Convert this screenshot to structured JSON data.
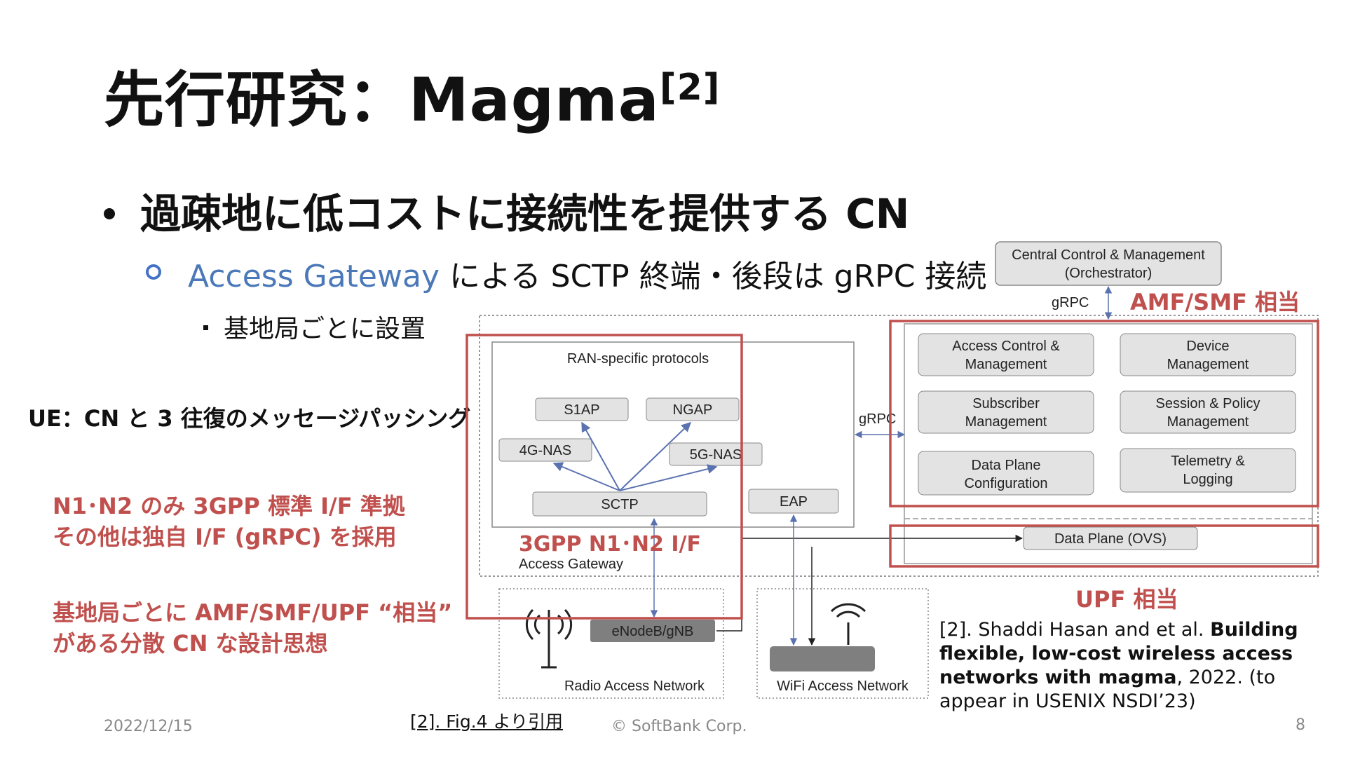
{
  "slide": {
    "title": "先行研究：Magma",
    "title_ref": "[2]",
    "bullet1": "過疎地に低コストに接続性を提供する CN",
    "bullet2_highlight": "Access Gateway",
    "bullet2_rest": " による SCTP 終端・後段は gRPC 接続",
    "bullet3": "基地局ごとに設置"
  },
  "notes": {
    "ue": "UE：CN と 3 往復のメッセージパッシング",
    "n1n2_line1": "N1･N2 のみ 3GPP 標準 I/F 準拠",
    "n1n2_line2": "その他は独自 I/F (gRPC) を採用",
    "dist_line1": "基地局ごとに AMF/SMF/UPF “相当”",
    "dist_line2": "がある分散 CN な設計思想"
  },
  "diagram": {
    "orchestrator_line1": "Central Control & Management",
    "orchestrator_line2": "(Orchestrator)",
    "grpc_top": "gRPC",
    "grpc_mid": "gRPC",
    "amf_smf_label": "AMF/SMF 相当",
    "upf_label": "UPF 相当",
    "ran_protocols": "RAN-specific protocols",
    "s1ap": "S1AP",
    "ngap": "NGAP",
    "nas4g": "4G-NAS",
    "nas5g": "5G-NAS",
    "sctp": "SCTP",
    "eap": "EAP",
    "n1n2_label": "3GPP N1･N2 I/F",
    "agw_label": "Access Gateway",
    "access_control_1": "Access Control &",
    "access_control_2": "Management",
    "device_mgmt_1": "Device",
    "device_mgmt_2": "Management",
    "subscriber_1": "Subscriber",
    "subscriber_2": "Management",
    "session_policy_1": "Session & Policy",
    "session_policy_2": "Management",
    "dp_config_1": "Data Plane",
    "dp_config_2": "Configuration",
    "telemetry_1": "Telemetry &",
    "telemetry_2": "Logging",
    "data_plane": "Data Plane (OVS)",
    "enodeb": "eNodeB/gNB",
    "ran": "Radio Access Network",
    "wifi": "WiFi Access Network"
  },
  "reference": {
    "prefix": "[2]. Shaddi Hasan and et al. ",
    "bold_title": "Building flexible, low-cost wireless access networks with magma",
    "suffix": ", 2022. (to appear in USENIX NSDI’23)"
  },
  "footer": {
    "date": "2022/12/15",
    "fig_cite": "[2]. Fig.4 より引用",
    "copyright": "© SoftBank Corp.",
    "page": "8"
  },
  "colors": {
    "accent_red": "#c0504d",
    "accent_blue": "#4a78b8",
    "box_fill": "#e3e3e3",
    "arrow_blue": "#5a72b0"
  }
}
